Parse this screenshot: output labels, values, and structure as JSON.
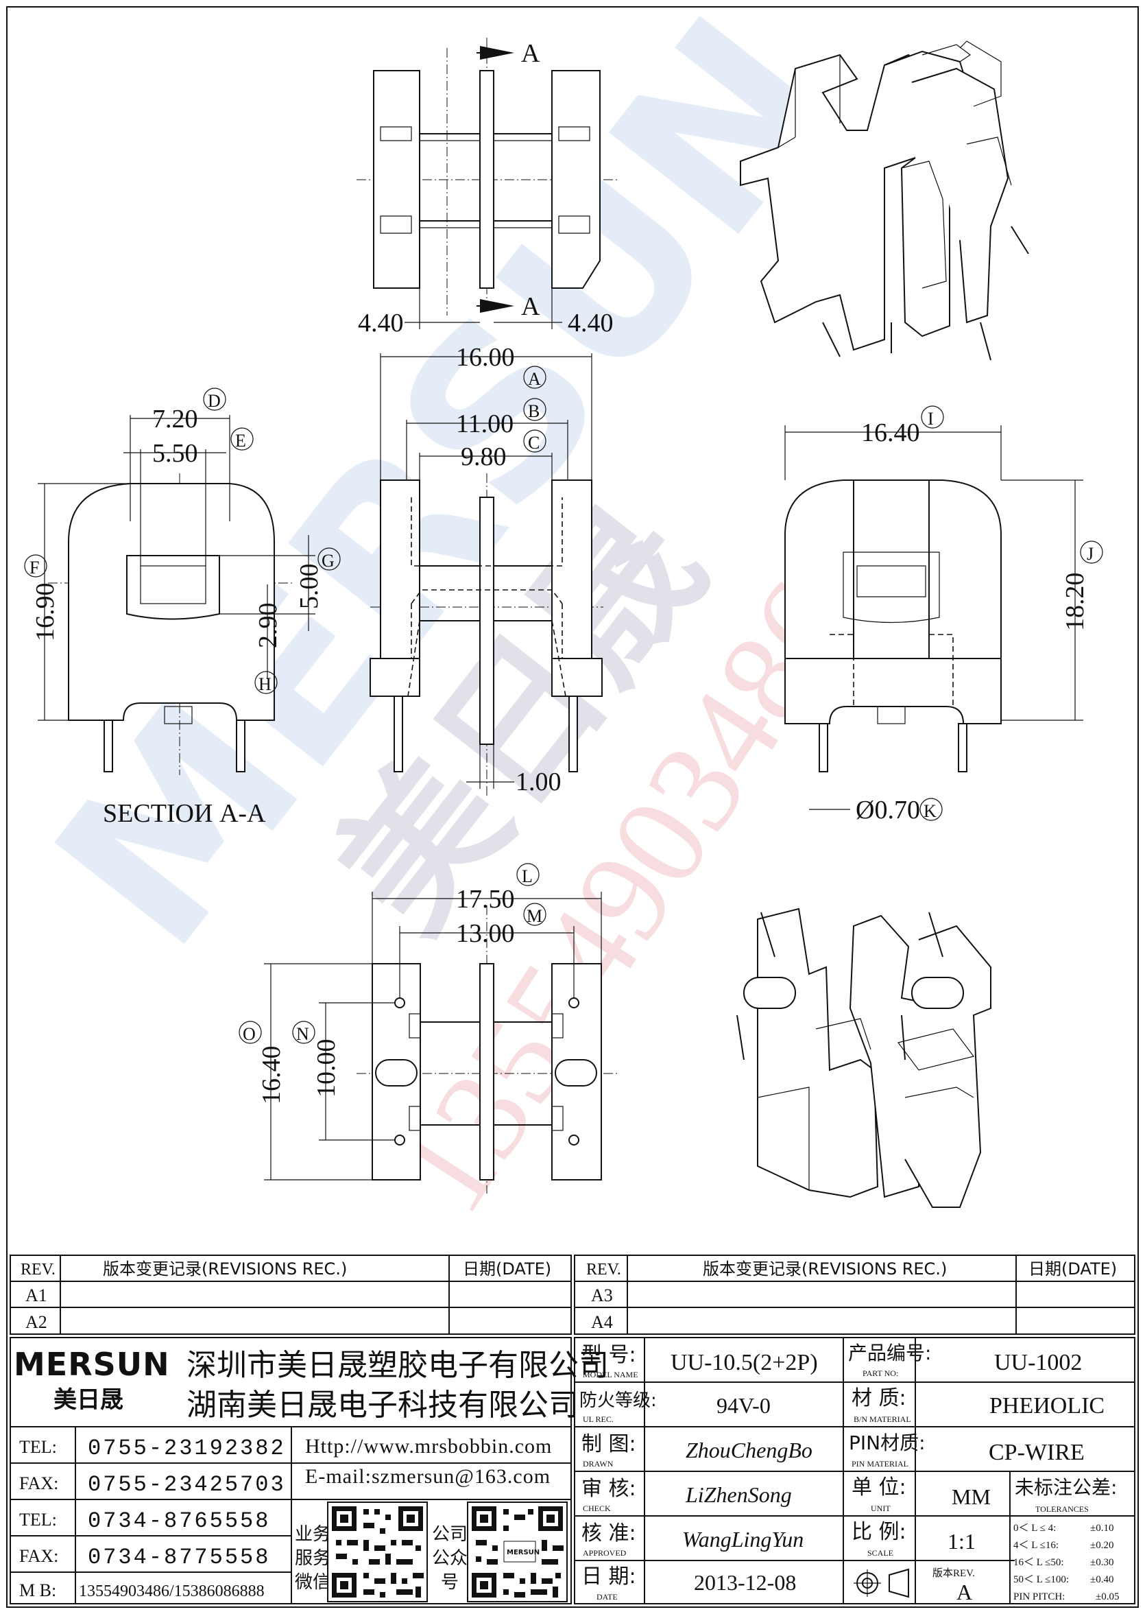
{
  "drawing": {
    "section_arrow_top": "A",
    "section_arrow_bottom": "A",
    "section_label": "SECTIOИ A-A",
    "dims": {
      "d440_left": "4.40",
      "d440_right": "4.40",
      "d1600": "16.00",
      "d1100": "11.00",
      "d980": "9.80",
      "d720": "7.20",
      "d550": "5.50",
      "d1690": "16.90",
      "d500": "5.00",
      "d290": "2.90",
      "d100": "1.00",
      "d1640_top": "16.40",
      "d1820": "18.20",
      "d070": "Ø0.70",
      "d1750": "17.50",
      "d1300": "13.00",
      "d1640_side": "16.40",
      "d1000": "10.00"
    },
    "balloons": {
      "A": "A",
      "B": "B",
      "C": "C",
      "D": "D",
      "E": "E",
      "F": "F",
      "G": "G",
      "H": "H",
      "I": "I",
      "J": "J",
      "K": "K",
      "L": "L",
      "M": "M",
      "N": "N",
      "O": "O"
    },
    "watermark": {
      "brand": "MERSUN",
      "chinese": "美日晟",
      "phone": "13554903486"
    }
  },
  "title_block": {
    "rev_header": "REV.",
    "rev_rec_header": "版本变更记录(REVISIONS REC.)",
    "date_header": "日期(DATE)",
    "revs_left": [
      "A1",
      "A2"
    ],
    "revs_right": [
      "A3",
      "A4"
    ],
    "logo_text": "MERSUN",
    "logo_cn": "美日晟",
    "company_1": "深圳市美日晟塑胶电子有限公司",
    "company_2": "湖南美日晟电子科技有限公司",
    "contacts": [
      {
        "label": "TEL:",
        "value": "0755-23192382"
      },
      {
        "label": "FAX:",
        "value": "0755-23425703"
      },
      {
        "label": "TEL:",
        "value": "0734-8765558"
      },
      {
        "label": "FAX:",
        "value": "0734-8775558"
      },
      {
        "label": "M B:",
        "value": "13554903486/15386086888"
      }
    ],
    "website": "Http://www.mrsbobbin.com",
    "email": "E-mail:szmersun@163.com",
    "qr1_label": [
      "业务",
      "服务",
      "微信"
    ],
    "qr2_label": [
      "公司",
      "公众",
      "号"
    ],
    "model_label_cn": "型 号:",
    "model_label_en": "MODEL NAME",
    "model_value": "UU-10.5(2+2P)",
    "ul_label_cn": "防火等级:",
    "ul_label_en": "UL REC.",
    "ul_value": "94V-0",
    "drawn_label_cn": "制 图:",
    "drawn_label_en": "DRAWN",
    "drawn_value": "ZhouChengBo",
    "check_label_cn": "审 核:",
    "check_label_en": "CHECK",
    "check_value": "LiZhenSong",
    "approved_label_cn": "核 准:",
    "approved_label_en": "APPROVED",
    "approved_value": "WangLingYun",
    "date_label_cn": "日 期:",
    "date_label_en": "DATE",
    "date_value": "2013-12-08",
    "partno_label_cn": "产品编号:",
    "partno_label_en": "PART NO:",
    "partno_value": "UU-1002",
    "material_label_cn": "材 质:",
    "material_label_en": "B/N MATERIAL",
    "material_value": "PHEИOLIC",
    "pin_material_label_cn": "PIN材质:",
    "pin_material_label_en": "PIN MATERIAL",
    "pin_material_value": "CP-WIRE",
    "unit_label_cn": "单 位:",
    "unit_label_en": "UNIT",
    "unit_value": "MM",
    "scale_label_cn": "比 例:",
    "scale_label_en": "SCALE",
    "scale_value": "1:1",
    "version_label": "版本REV.",
    "version_value": "A",
    "tol_label_cn": "未标注公差:",
    "tol_label_en": "TOLERANCES",
    "tolerances": [
      {
        "range": "0＜ L ≤ 4:",
        "value": "±0.10"
      },
      {
        "range": "4＜ L ≤16:",
        "value": "±0.20"
      },
      {
        "range": "16＜ L ≤50:",
        "value": "±0.30"
      },
      {
        "range": "50＜ L ≤100:",
        "value": "±0.40"
      },
      {
        "range": "PIN PITCH:",
        "value": "±0.05"
      }
    ]
  }
}
